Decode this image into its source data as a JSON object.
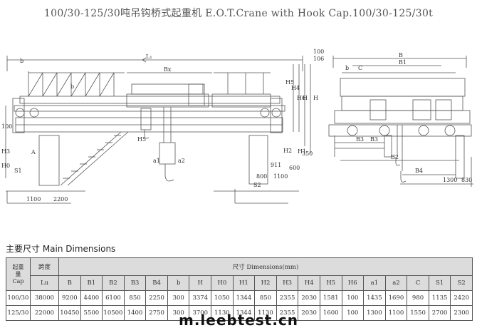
{
  "title": "100/30-125/30吨吊钩桥式起重机 E.O.T.Crane with Hook Cap.100/30-125/30t",
  "drawing_labels": {
    "L1": "L₁",
    "Bx": "Bx",
    "B": "B",
    "B1": "B1",
    "B2": "B2",
    "B3": "B3",
    "B4": "B4",
    "C": "C",
    "H": "H",
    "H0": "H0",
    "H1": "H1",
    "H2": "H2",
    "H3": "H3",
    "H4": "H4",
    "H5": "H5",
    "H6": "H6",
    "S1": "S1",
    "S2": "S2",
    "a1": "a1",
    "a2": "a2",
    "A": "A",
    "b": "b",
    "d100": "100",
    "d106": "106",
    "d1100": "1100",
    "d2200": "2200",
    "d800": "800",
    "d600": "600",
    "d350": "350",
    "d911": "911",
    "d1300": "1300",
    "d830": "830"
  },
  "section_title": "主要尺寸 Main Dimensions",
  "table": {
    "cap_header": [
      "起重",
      "量",
      "Cap"
    ],
    "span_header": "跨度",
    "span_sub": "Lu",
    "dims_header": "尺寸 Dimensions(mm)",
    "columns": [
      "B",
      "B1",
      "B2",
      "B3",
      "B4",
      "b",
      "H",
      "H0",
      "H1",
      "H2",
      "H3",
      "H4",
      "H5",
      "H6",
      "a1",
      "a2",
      "C",
      "S1",
      "S2"
    ],
    "rows": [
      {
        "cap": "100/30",
        "span": "38000",
        "values": [
          "9200",
          "4400",
          "6100",
          "850",
          "2250",
          "300",
          "3374",
          "1050",
          "1344",
          "850",
          "2355",
          "2030",
          "1581",
          "100",
          "1435",
          "1690",
          "980",
          "1135",
          "2420"
        ]
      },
      {
        "cap": "125/30",
        "span": "22000",
        "values": [
          "10450",
          "5500",
          "10500",
          "1400",
          "2750",
          "300",
          "3700",
          "1130",
          "1344",
          "1130",
          "2355",
          "2030",
          "1600",
          "100",
          "1300",
          "1100",
          "1550",
          "2700",
          "2300"
        ]
      }
    ]
  },
  "watermark": "m.leebtest.cn"
}
